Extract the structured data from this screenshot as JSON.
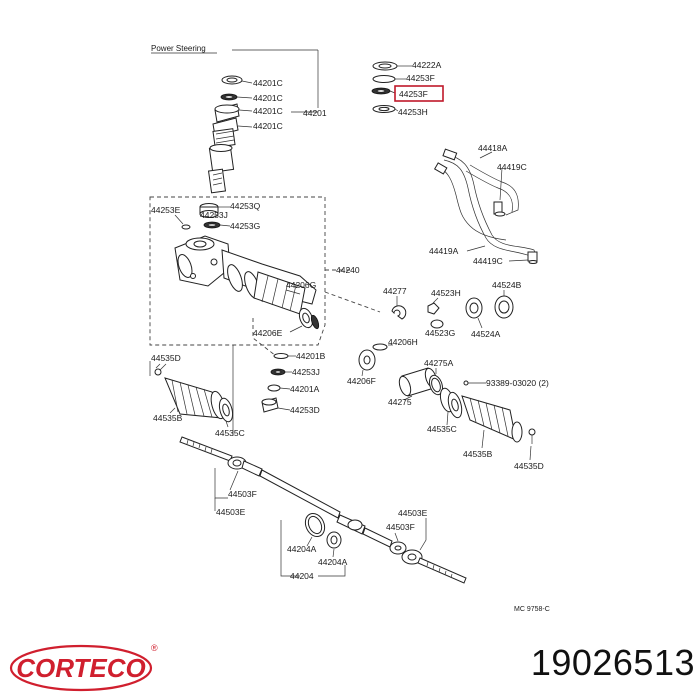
{
  "diagram": {
    "title": "Power Steering",
    "drawing_ref": "MC 9758-C",
    "highlight_color": "#c0182a",
    "labels": {
      "l_44222A": "44222A",
      "l_44253F_a": "44253F",
      "l_44253F_hl": "44253F",
      "l_44253H_top": "44253H",
      "l_44201C_1": "44201C",
      "l_44201C_2": "44201C",
      "l_44201C_3": "44201C",
      "l_44201C_4": "44201C",
      "l_44201": "44201",
      "l_44418A": "44418A",
      "l_44419C_1": "44419C",
      "l_44419A": "44419A",
      "l_44419C_2": "44419C",
      "l_44253E": "44253E",
      "l_44253Q": "44253Q",
      "l_44253J_a": "44253J",
      "l_44253G": "44253G",
      "l_44240": "44240",
      "l_44206G": "44206G",
      "l_44206E": "44206E",
      "l_44277": "44277",
      "l_44523H": "44523H",
      "l_44524B": "44524B",
      "l_44523G": "44523G",
      "l_44524A": "44524A",
      "l_44206H": "44206H",
      "l_44275A": "44275A",
      "l_44206F": "44206F",
      "l_44275": "44275",
      "l_93389": "93389-03020 (2)",
      "l_44201B": "44201B",
      "l_44253J_b": "44253J",
      "l_44201A": "44201A",
      "l_44253D": "44253D",
      "l_44535D_l": "44535D",
      "l_44535B_l": "44535B",
      "l_44535C_l": "44535C",
      "l_44535C_r": "44535C",
      "l_44535B_r": "44535B",
      "l_44535D_r": "44535D",
      "l_44503F_l": "44503F",
      "l_44503E_l": "44503E",
      "l_44503E_r": "44503E",
      "l_44503F_r": "44503F",
      "l_44204A_1": "44204A",
      "l_44204A_2": "44204A",
      "l_44204": "44204"
    }
  },
  "brand": {
    "logo_text": "CORTECO",
    "logo_color": "#d01f2e",
    "registered_mark": "®"
  },
  "part_number": "19026513"
}
